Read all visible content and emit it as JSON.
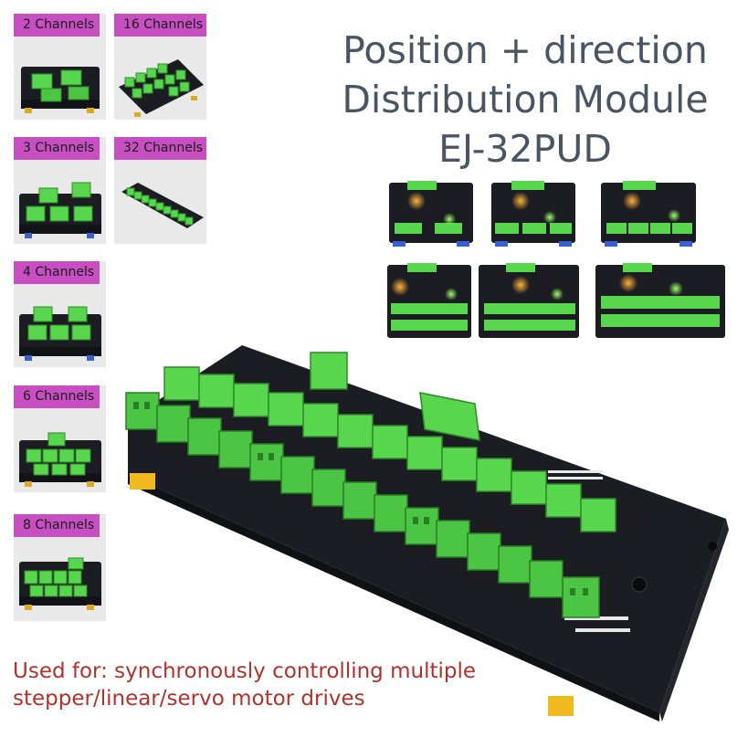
{
  "variants": [
    {
      "label": "2 Channels"
    },
    {
      "label": "16 Channels"
    },
    {
      "label": "3 Channels"
    },
    {
      "label": "32 Channels"
    },
    {
      "label": "4 Channels"
    },
    {
      "label": "6 Channels"
    },
    {
      "label": "8 Channels"
    }
  ],
  "title": {
    "line1": "Position + direction",
    "line2": "Distribution Module",
    "line3": "EJ-32PUD"
  },
  "description": {
    "line1": "Used for: synchronously controlling multiple",
    "line2": "stepper/linear/servo motor drives"
  },
  "colors": {
    "tag_background": "#c74fc2",
    "title_text": "#4a5563",
    "description_text": "#b0322c",
    "terminal_green": "#58d64e",
    "board_black": "#1c1d22"
  }
}
